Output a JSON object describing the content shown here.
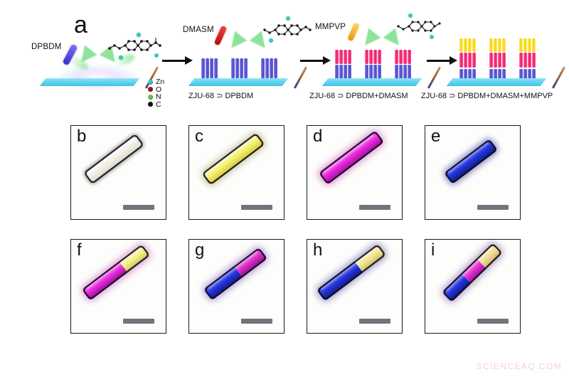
{
  "figure": {
    "watermark": "SCIENCEAQ.COM",
    "panel_a_letter": "a"
  },
  "schematic": {
    "reagents": [
      {
        "label": "DPBDM",
        "color": "#4b3fd6",
        "stage": 1
      },
      {
        "label": "DMASM",
        "color": "#d81626",
        "stage": 2
      },
      {
        "label": "MMPVP",
        "color": "#f2b220",
        "stage": 3
      }
    ],
    "stage_captions": [
      "",
      "ZJU-68 ⊃ DPBDM",
      "ZJU-68 ⊃ DPBDM+DMASM",
      "ZJU-68 ⊃ DPBDM+DMASM+MMPVP"
    ],
    "atom_legend": [
      {
        "symbol": "Zn",
        "color": "#3fc8c0"
      },
      {
        "symbol": "O",
        "color": "#a50f1e"
      },
      {
        "symbol": "N",
        "color": "#5bcb4a"
      },
      {
        "symbol": "C",
        "color": "#111111"
      }
    ],
    "substrate_color": "#63d5f2",
    "arrow_color": "#111111",
    "green_arrow_color": "#6fdc7e",
    "mof_segment_colors": {
      "blue": "#4b47c9",
      "pink": "#ee1562",
      "yellow": "#f5d400"
    }
  },
  "micrographs": {
    "scalebar_color": "#70757b",
    "panels": [
      {
        "letter": "b",
        "row": 1,
        "col": 1,
        "description": "colorless ZJU-68 crystal",
        "segments": [
          {
            "color": "#f4f2e8",
            "fraction": 100
          }
        ]
      },
      {
        "letter": "c",
        "row": 1,
        "col": 2,
        "description": "yellow emission DPBDM loaded",
        "segments": [
          {
            "color": "#f4ef72",
            "fraction": 100
          }
        ]
      },
      {
        "letter": "d",
        "row": 1,
        "col": 3,
        "description": "magenta emission DMASM loaded",
        "segments": [
          {
            "color": "#e221d8",
            "fraction": 100
          }
        ]
      },
      {
        "letter": "e",
        "row": 1,
        "col": 4,
        "description": "blue emission MMPVP loaded",
        "segments": [
          {
            "color": "#2030d8",
            "fraction": 100
          }
        ]
      },
      {
        "letter": "f",
        "row": 2,
        "col": 1,
        "description": "magenta with yellow tip",
        "segments": [
          {
            "color": "#e221d8",
            "fraction": 62
          },
          {
            "color": "#f2ef84",
            "fraction": 38
          }
        ]
      },
      {
        "letter": "g",
        "row": 2,
        "col": 2,
        "description": "blue to magenta",
        "segments": [
          {
            "color": "#2030d8",
            "fraction": 55
          },
          {
            "color": "#d428c4",
            "fraction": 45
          }
        ]
      },
      {
        "letter": "h",
        "row": 2,
        "col": 3,
        "description": "blue with yellow tip",
        "segments": [
          {
            "color": "#2030d8",
            "fraction": 62
          },
          {
            "color": "#f0e590",
            "fraction": 38
          }
        ]
      },
      {
        "letter": "i",
        "row": 2,
        "col": 4,
        "description": "blue magenta yellow tri-segment",
        "segments": [
          {
            "color": "#2030d8",
            "fraction": 38
          },
          {
            "color": "#e02ad0",
            "fraction": 30
          },
          {
            "color": "#f0dc96",
            "fraction": 32
          }
        ]
      }
    ]
  }
}
